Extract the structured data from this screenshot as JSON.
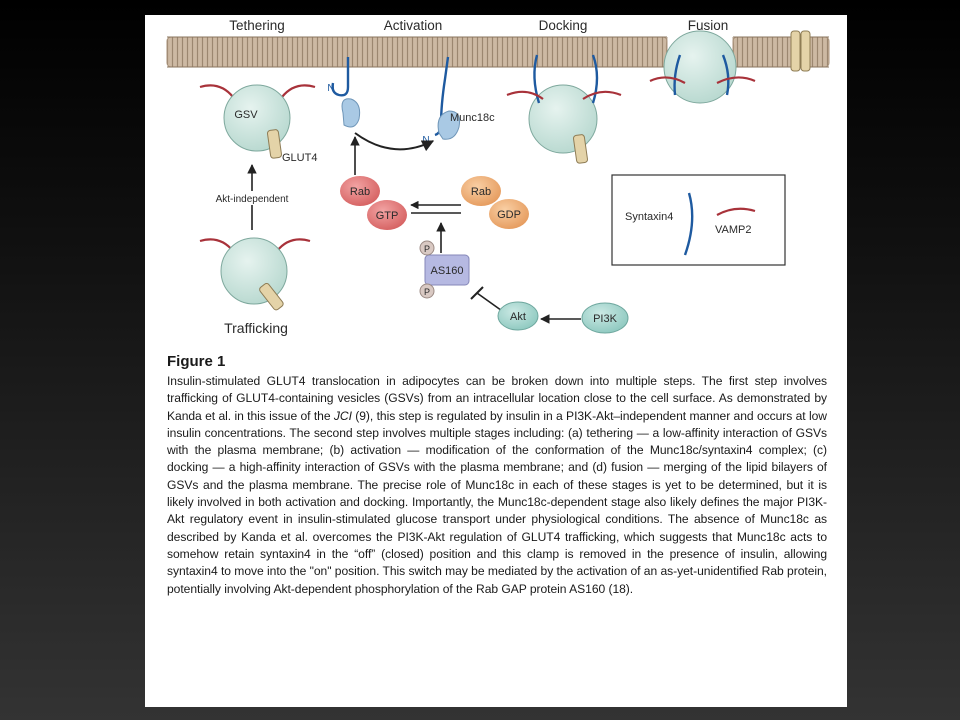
{
  "diagram": {
    "stages": {
      "tethering": "Tethering",
      "activation": "Activation",
      "docking": "Docking",
      "fusion": "Fusion"
    },
    "labels": {
      "gsv": "GSV",
      "glut4": "GLUT4",
      "akt_independent": "Akt-independent",
      "trafficking": "Trafficking",
      "n_left": "N",
      "n_right": "N",
      "munc18c": "Munc18c",
      "rab_gtp_top": "Rab",
      "rab_gtp_bottom": "GTP",
      "rab_gdp_top": "Rab",
      "rab_gdp_bottom": "GDP",
      "as160": "AS160",
      "p_top": "P",
      "p_bottom": "P",
      "akt": "Akt",
      "pi3k": "PI3K"
    },
    "legend": {
      "syntaxin4": "Syntaxin4",
      "vamp2": "VAMP2"
    },
    "colors": {
      "membrane": "#cdb9a3",
      "vesicle": "#cbe3dc",
      "syntaxin": "#1e5aa0",
      "vamp": "#a8323a",
      "rab_gtp": "#e07b7b",
      "rab_gdp": "#f0b07c",
      "as160": "#b6b9e2",
      "akt": "#a9d8d2"
    }
  },
  "caption": {
    "title": "Figure 1",
    "part1": "Insulin-stimulated GLUT4 translocation in adipocytes can be broken down into multiple steps. The first step involves trafficking of GLUT4-containing vesicles (GSVs) from an intracellular location close to the cell surface. As demonstrated by Kanda et al. in this issue of the ",
    "journal": "JCI",
    "part2": " (9), this step is regulated by insulin in a PI3K-Akt–independent manner and occurs at low insulin concentrations. The second step involves multiple stages including: (a) tethering — a low-affinity interaction of GSVs with the plasma membrane; (b) activation — modification of the conformation of the Munc18c/syntaxin4 complex; (c) docking — a high-affinity interaction of GSVs with the plasma membrane; and (d) fusion — merging of the lipid bilayers of GSVs and the plasma membrane. The precise role of Munc18c in each of these stages is yet to be determined, but it is likely involved in both activation and docking. Importantly, the Munc18c-dependent stage also likely defines the major PI3K-Akt regulatory event in insulin-stimulated glucose transport under physiological conditions. The absence of Munc18c as described by Kanda et al. overcomes the PI3K-Akt regulation of GLUT4 trafficking, which suggests that Munc18c acts to somehow retain syntaxin4 in the “off” (closed) position and this clamp is removed in the presence of insulin, allowing syntaxin4 to move into the \"on\" position. This switch may be mediated by the activation of an as-yet-unidentified Rab protein, potentially involving Akt-dependent phosphorylation of the Rab GAP protein AS160 (18)."
  }
}
